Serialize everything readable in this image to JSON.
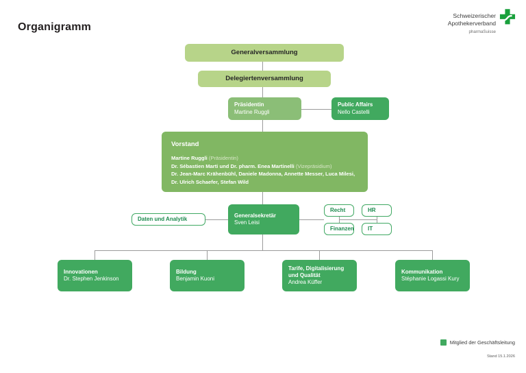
{
  "header": {
    "title": "Organigramm",
    "logo": {
      "line1": "Schweizerischer",
      "line2": "Apothekerverband",
      "sub": "pharmaSuisse",
      "mark_name": "pharmacy-cross-icon"
    }
  },
  "nodes": {
    "generalversammlung": {
      "title": "Generalversammlung"
    },
    "delegiertenversammlung": {
      "title": "Delegiertenversammlung"
    },
    "praesidentin": {
      "title": "Präsidentin",
      "person": "Martine Ruggli"
    },
    "public_affairs": {
      "title": "Public Affairs",
      "person": "Nello Castelli"
    },
    "vorstand": {
      "title": "Vorstand",
      "line1_bold": "Martine Ruggli",
      "line1_muted": " (Präsidentin)",
      "line2_bold": "Dr. Sébastien Marti und Dr. pharm. Enea Martinelli",
      "line2_muted": " (Vizepräsidium)",
      "line3": "Dr. Jean-Marc Krähenbühl, Daniele Madonna, Annette Messer, Luca Milesi,",
      "line4": "Dr. Ulrich Schaefer, Stefan Wild"
    },
    "generalsekretaer": {
      "title": "Generalsekretär",
      "person": "Sven Leisi"
    },
    "daten_analytik": {
      "title": "Daten und Analytik"
    },
    "recht": {
      "title": "Recht"
    },
    "hr": {
      "title": "HR"
    },
    "finanzen": {
      "title": "Finanzen"
    },
    "it": {
      "title": "IT"
    },
    "innovationen": {
      "title": "Innovationen",
      "person": "Dr. Stephen Jenkinson"
    },
    "bildung": {
      "title": "Bildung",
      "person": "Benjamin Kuoni"
    },
    "tarife": {
      "title_line1": "Tarife, Digitalisierung",
      "title_line2": "und Qualität",
      "person": "Andrea Küffer"
    },
    "kommunikation": {
      "title": "Kommunikation",
      "person": "Stéphanie Logassi Kury"
    }
  },
  "legend": {
    "label": "Mitglied der Geschäftsleitung",
    "swatch_color": "#41a95f"
  },
  "footer": {
    "stand": "Stand 15.1.2026"
  },
  "colors": {
    "pale_green": "#b7d489",
    "mid_green": "#8bbe77",
    "vorstand_green": "#81b763",
    "dark_green": "#41a95f",
    "outline_green": "#3fa862",
    "connector_gray": "#9a9a9a"
  }
}
